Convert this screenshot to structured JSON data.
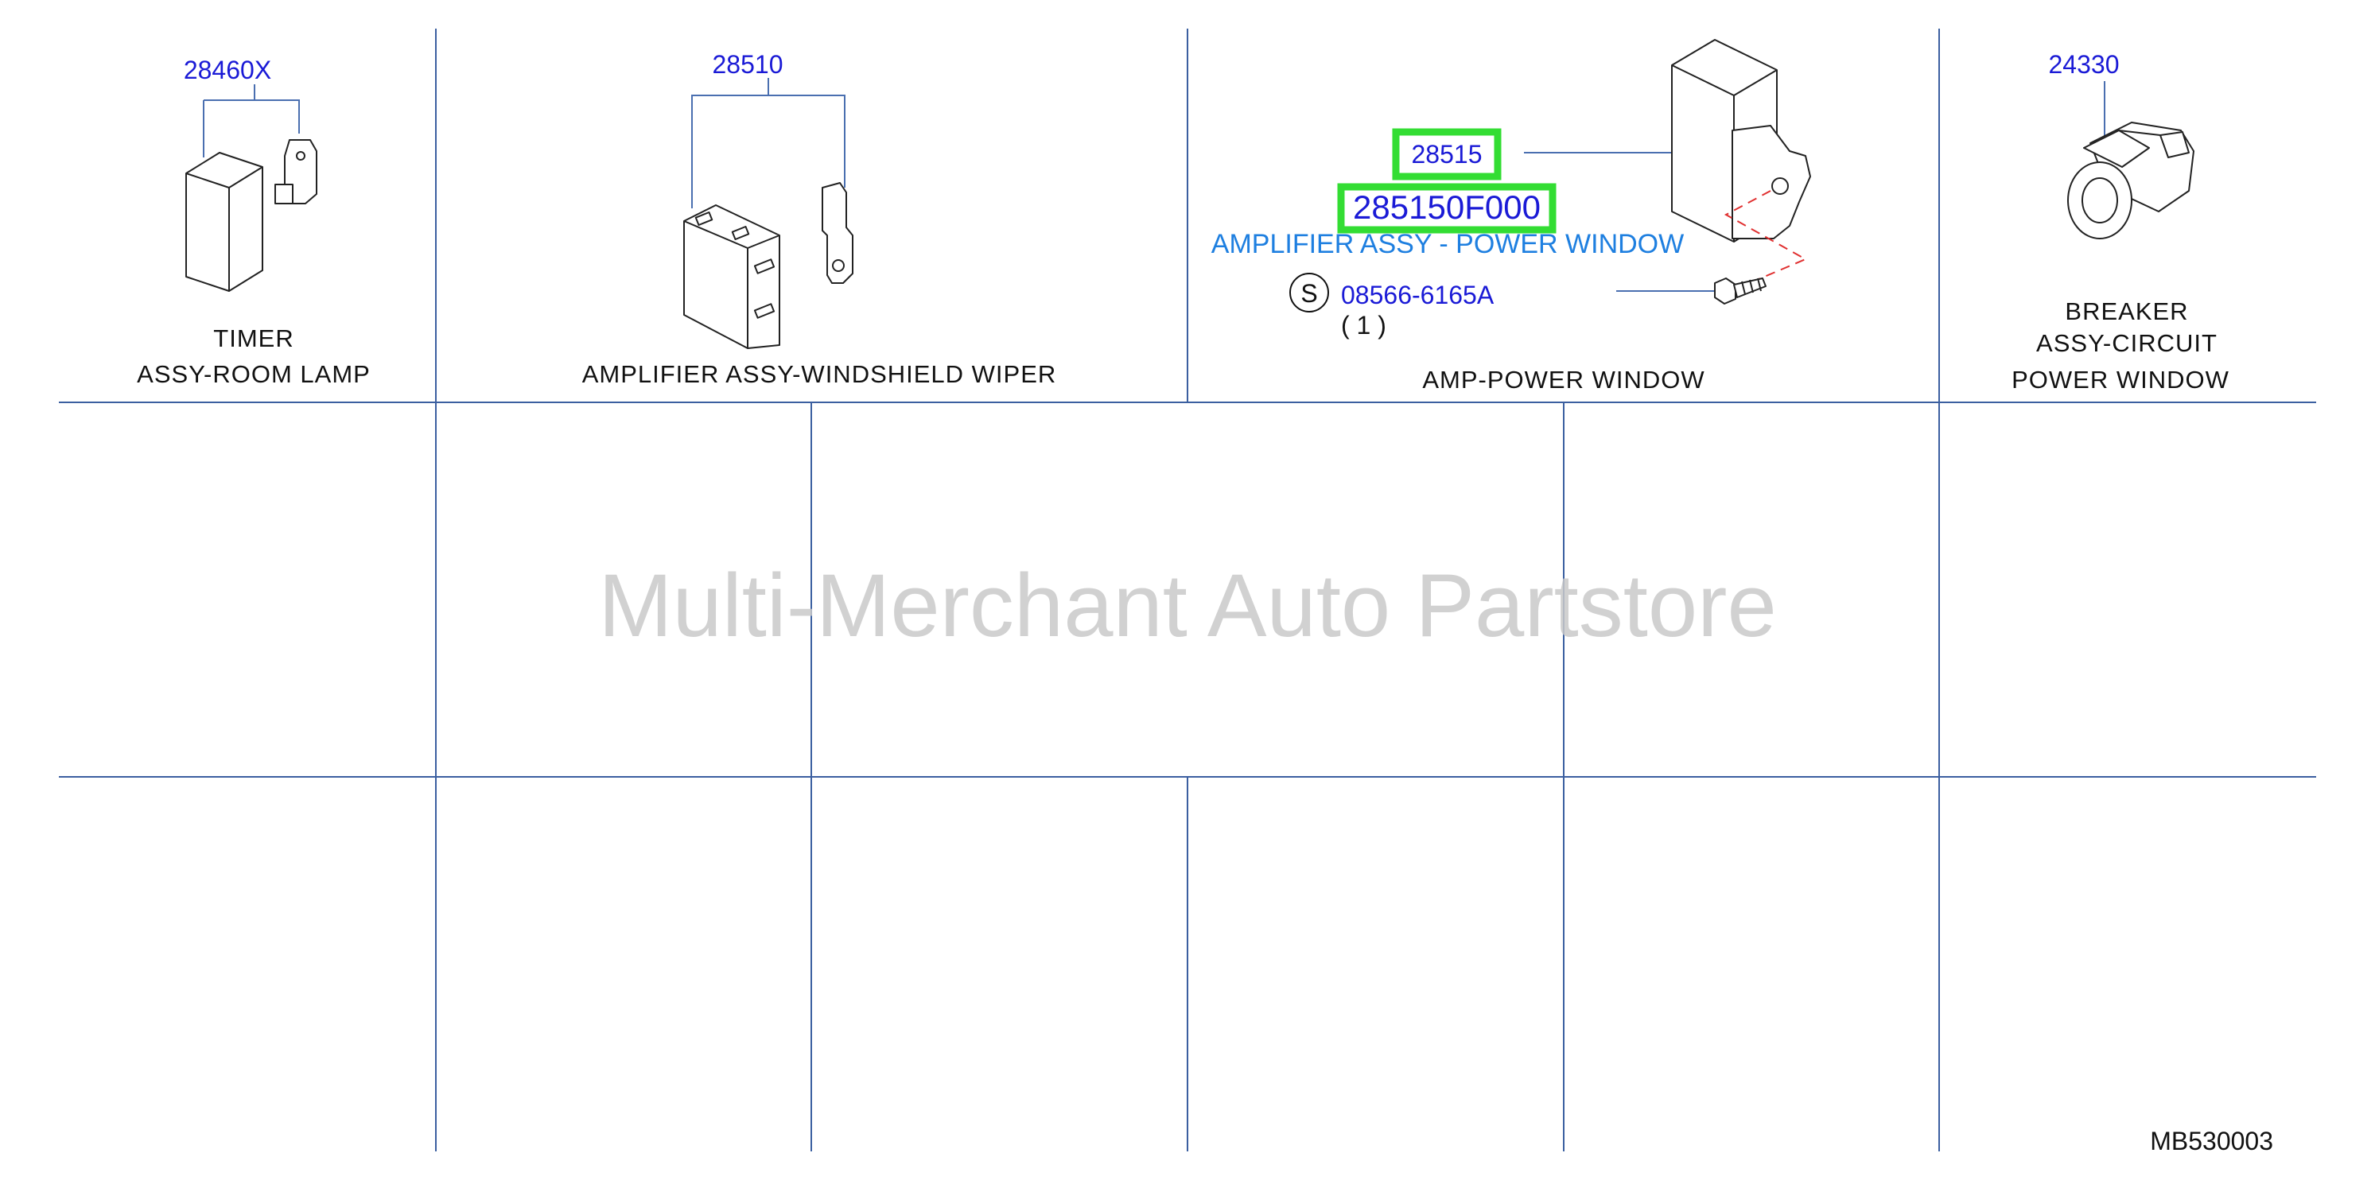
{
  "cells": [
    {
      "part_number": "28460X",
      "label_lines": [
        "TIMER",
        "ASSY-ROOM   LAMP"
      ]
    },
    {
      "part_number": "28510",
      "label_lines": [
        "AMPLIFIER   ASSY-WINDSHIELD   WIPER"
      ]
    },
    {
      "part_number": "28515",
      "full_part_number": "285150F000",
      "description": "AMPLIFIER ASSY - POWER WINDOW",
      "fastener_symbol": "S",
      "fastener_number": "08566-6165A",
      "fastener_qty": "( 1   )",
      "label_lines": [
        "AMP-POWER   WINDOW"
      ]
    },
    {
      "part_number": "24330",
      "label_lines": [
        "BREAKER",
        "ASSY-CIRCUIT",
        "POWER   WINDOW"
      ]
    }
  ],
  "watermark": "Multi-Merchant Auto Partstore",
  "diagram_code": "MB530003",
  "colors": {
    "part_number": "#1a1ad6",
    "description": "#1e7fe0",
    "highlight": "#33dd33",
    "grid": "#3b5fa0",
    "watermark": "#c9c9c9"
  }
}
